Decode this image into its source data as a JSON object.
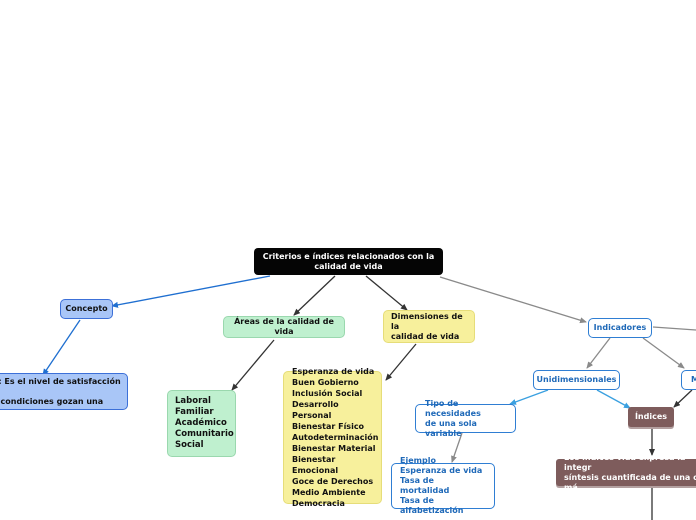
{
  "root": {
    "label": "Criterios e índices relacionados con la\ncalidad de vida"
  },
  "concepto": {
    "label": "Concepto",
    "text": "a: Es el nivel de satisfacción y\ns condiciones gozan una"
  },
  "areas": {
    "label": "Áreas de la calidad de vida",
    "items": "Laboral\nFamiliar\nAcadémico\nComunitario\nSocial"
  },
  "dimensiones": {
    "label": "Dimensiones de la\ncalidad de vida",
    "items": "Esperanza de vida\nBuen Gobierno\nInclusión Social\nDesarrollo Personal\nBienestar Físico\nAutodeterminación\nBienestar Material\nBienestar Emocional\nGoce de Derechos\nMedio Ambiente\nDemocracia"
  },
  "indicadores": {
    "label": "Indicadores",
    "unidimensionales": "Unidimensionales",
    "tipo": "Tipo de necesidades\nde una sola variable",
    "ejemplo": "Ejemplo\nEsperanza de vida\nTasa de mortalidad\nTasa de alfabetización",
    "multi": "M",
    "indices": "Índices",
    "indices_text": "Los índices vida expresa la integr\nsíntesis cuantificada de una o má"
  },
  "colors": {
    "root_bg": "#050505",
    "concepto_bg": "#a9c6f7",
    "areas_bg": "#bff0cf",
    "dims_bg": "#f7f09c",
    "indicadores_border": "#2f7ed3",
    "indices_bg": "#7e5c5c"
  }
}
